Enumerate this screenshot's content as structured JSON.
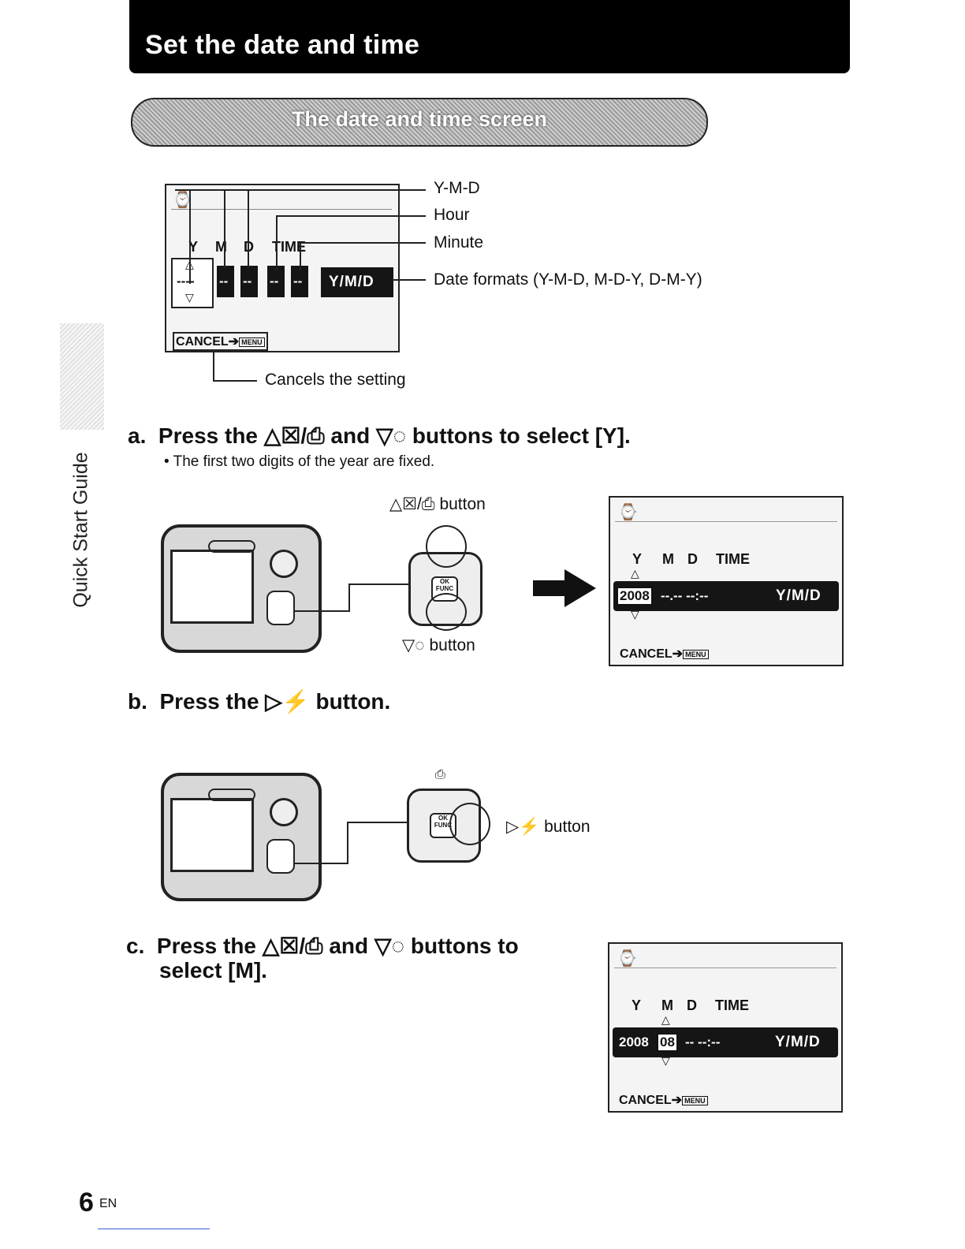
{
  "header": {
    "title": "Set the date and time"
  },
  "section": {
    "banner": "The date and time screen"
  },
  "sidebar": {
    "label": "Quick Start Guide"
  },
  "diagram": {
    "lcd": {
      "cols": [
        "Y",
        "M",
        "D",
        "TIME"
      ],
      "placeholder": "----",
      "field": "--",
      "format": "Y/M/D",
      "cancel": "CANCEL",
      "menu": "MENU"
    },
    "callouts": {
      "ymd": "Y-M-D",
      "hour": "Hour",
      "minute": "Minute",
      "formats": "Date formats (Y-M-D, M-D-Y, D-M-Y)",
      "cancels": "Cancels the setting"
    }
  },
  "step_a": {
    "marker": "a.",
    "prefix": "Press the",
    "up_btn": "△☒/⎙",
    "and": "and",
    "down_btn": "▽◌",
    "suffix": "buttons to select [Y].",
    "note": "The first two digits of the year are fixed.",
    "up_label": "△☒/⎙ button",
    "down_label": "▽◌ button",
    "lcd": {
      "year": "2008",
      "rest": "--.--   --:--",
      "format": "Y/M/D",
      "cols": [
        "Y",
        "M",
        "D",
        "TIME"
      ],
      "cancel": "CANCEL",
      "menu": "MENU"
    }
  },
  "step_b": {
    "marker": "b.",
    "text": "Press the ▷⚡ button.",
    "right_label": "▷⚡ button"
  },
  "step_c": {
    "marker": "c.",
    "line1": "Press the △☒/⎙ and ▽◌ buttons to",
    "line2": "select [M].",
    "lcd": {
      "year": "2008",
      "month": "08",
      "rest": "--   --:--",
      "format": "Y/M/D",
      "cols": [
        "Y",
        "M",
        "D",
        "TIME"
      ],
      "cancel": "CANCEL",
      "menu": "MENU"
    }
  },
  "dpad": {
    "ok": "OK",
    "func": "FUNC"
  },
  "footer": {
    "page": "6",
    "lang": "EN"
  }
}
